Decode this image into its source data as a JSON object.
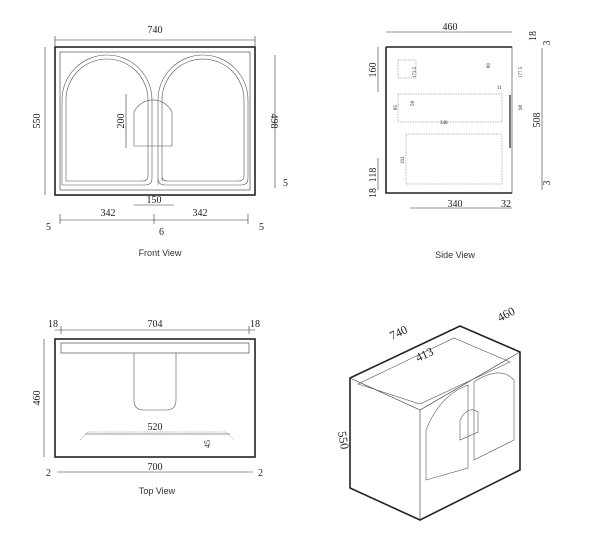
{
  "front_view": {
    "caption": "Front View",
    "width": "740",
    "height": "550",
    "inner_height": "498",
    "handle_height": "200",
    "handle_width": "150",
    "door_left": "342",
    "door_right": "342",
    "gap_left": "5",
    "gap_center": "6",
    "gap_right": "5",
    "gap_bottom": "5"
  },
  "side_view": {
    "caption": "Side View",
    "depth": "460",
    "top_thk": "18",
    "gap_top": "3",
    "upper": "160",
    "height": "508",
    "gap_bottom": "3",
    "lower": "118",
    "bottom_thk": "18",
    "base_depth": "340",
    "back_gap": "32",
    "small": [
      "173.5",
      "80",
      "177.5",
      "11",
      "85",
      "58",
      "340",
      "98",
      "192"
    ]
  },
  "top_view": {
    "caption": "Top View",
    "width": "704",
    "side_left": "18",
    "side_right": "18",
    "depth": "460",
    "inner": "520",
    "inset": "45",
    "bottom_width": "700",
    "gap_left": "2",
    "gap_right": "2"
  },
  "iso_view": {
    "width": "740",
    "depth": "460",
    "inner": "413",
    "height": "550"
  }
}
